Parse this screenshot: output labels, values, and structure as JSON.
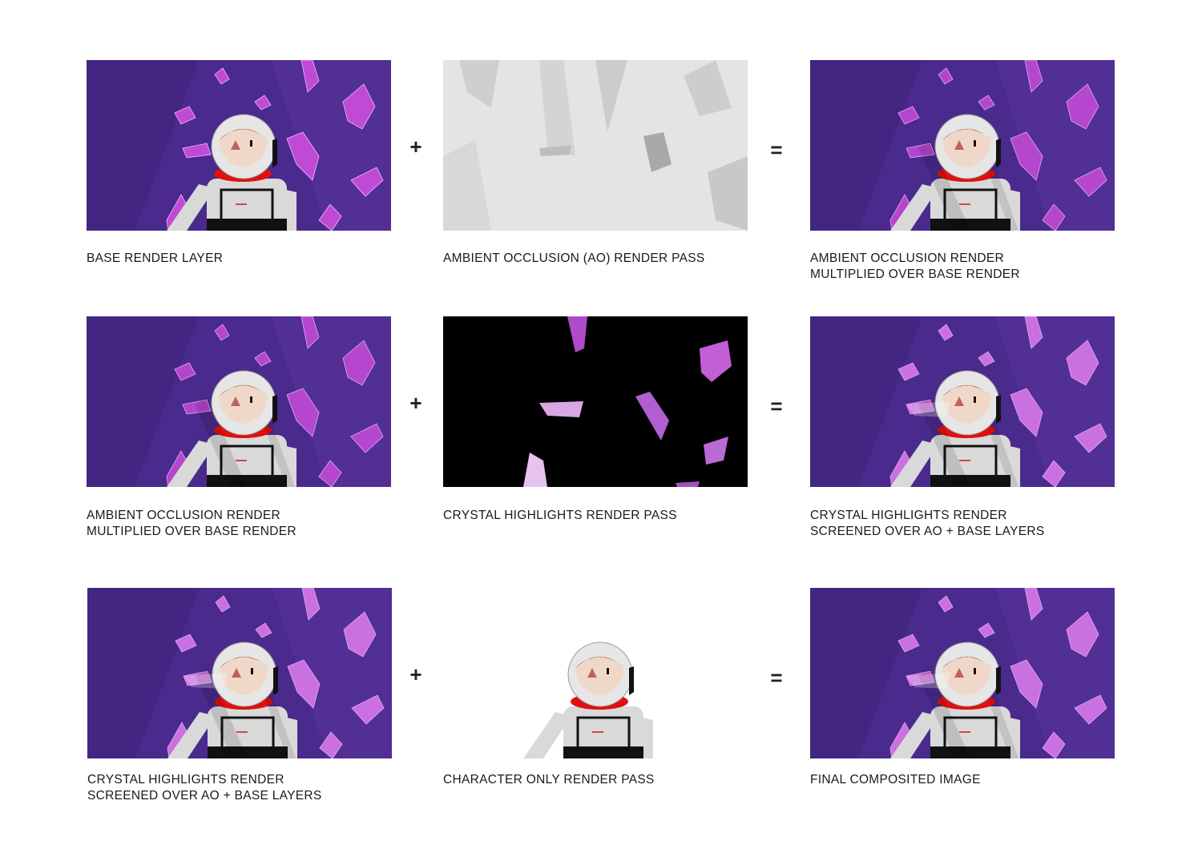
{
  "rows": [
    {
      "left": {
        "kind": "base",
        "caption": [
          "BASE RENDER LAYER"
        ]
      },
      "operator": "+",
      "middle": {
        "kind": "ao",
        "caption": [
          "AMBIENT OCCLUSION (AO) RENDER PASS"
        ]
      },
      "equals": "=",
      "right": {
        "kind": "ao-mult",
        "caption": [
          "AMBIENT OCCLUSION RENDER",
          "MULTIPLIED OVER BASE RENDER"
        ]
      }
    },
    {
      "left": {
        "kind": "ao-mult",
        "caption": [
          "AMBIENT OCCLUSION RENDER",
          "MULTIPLIED OVER BASE RENDER"
        ]
      },
      "operator": "+",
      "middle": {
        "kind": "highlights",
        "caption": [
          "CRYSTAL HIGHLIGHTS RENDER PASS"
        ]
      },
      "equals": "=",
      "right": {
        "kind": "screened",
        "caption": [
          "CRYSTAL HIGHLIGHTS RENDER",
          "SCREENED OVER AO + BASE LAYERS"
        ]
      }
    },
    {
      "left": {
        "kind": "screened",
        "caption": [
          "CRYSTAL HIGHLIGHTS RENDER",
          "SCREENED OVER AO + BASE LAYERS"
        ]
      },
      "operator": "+",
      "middle": {
        "kind": "character",
        "caption": [
          "CHARACTER ONLY RENDER PASS"
        ]
      },
      "equals": "=",
      "right": {
        "kind": "final",
        "caption": [
          "FINAL COMPOSITED IMAGE"
        ]
      }
    }
  ],
  "colors": {
    "background_purple": "#4a2a8c",
    "crystal": "#c04ad6",
    "suit": "#d9d9d9",
    "collar": "#e01010",
    "ao_gray": "#e4e4e4",
    "black": "#000000"
  }
}
